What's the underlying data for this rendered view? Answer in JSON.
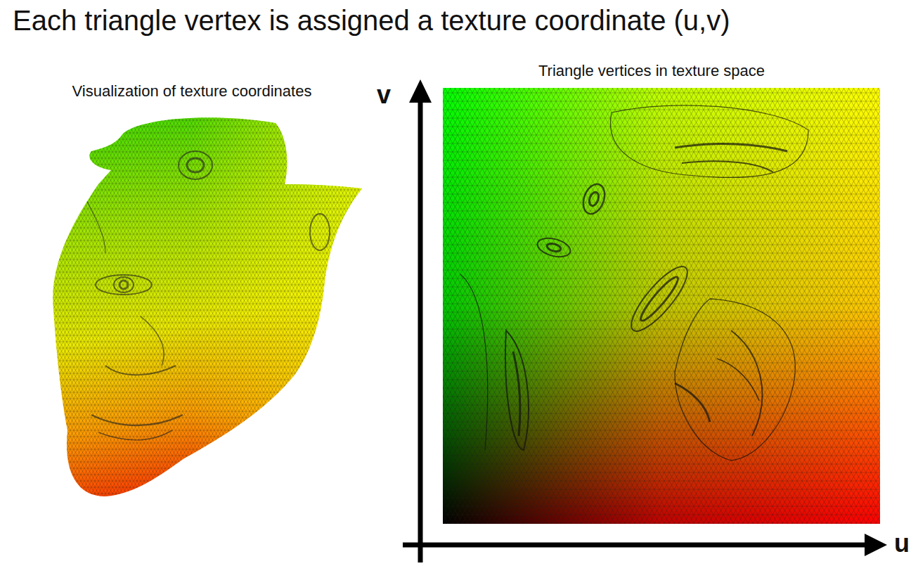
{
  "diagram": {
    "title": "Each triangle vertex is assigned a texture coordinate (u,v)",
    "labels": [
      "Visualization of texture coordinates",
      "Triangle vertices in texture space",
      "v",
      "u"
    ]
  }
}
